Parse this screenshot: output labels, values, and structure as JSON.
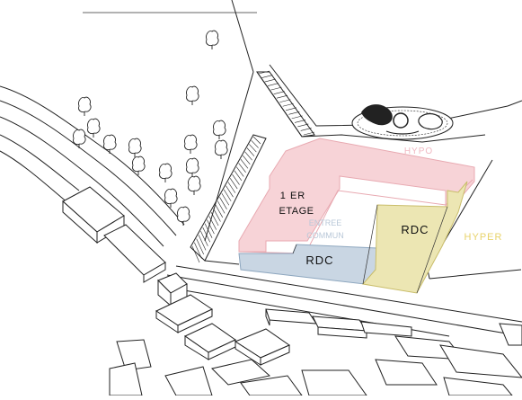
{
  "labels": {
    "first_floor_line1": "1 ER",
    "first_floor_line2": "ETAGE",
    "ground_floor_right": "RDC",
    "ground_floor_bottom": "RDC",
    "common_entrance_line1": "ENTREE",
    "common_entrance_line2": "COMMUN",
    "hyper": "HYPER",
    "hypo": "HYPO"
  },
  "colors": {
    "first_floor_fill": "#f7d3d7",
    "first_floor_stroke": "#e8a9b1",
    "ground_floor_blue_fill": "#c9d6e3",
    "ground_floor_blue_stroke": "#8ea7bf",
    "hyper_fill": "#ece6b3",
    "hyper_stroke": "#c9bd6a",
    "hyper_text": "#e8d36a",
    "hypo_text": "#f0b8c2",
    "entrance_text": "#b9c8d8",
    "label_text": "#111111"
  }
}
